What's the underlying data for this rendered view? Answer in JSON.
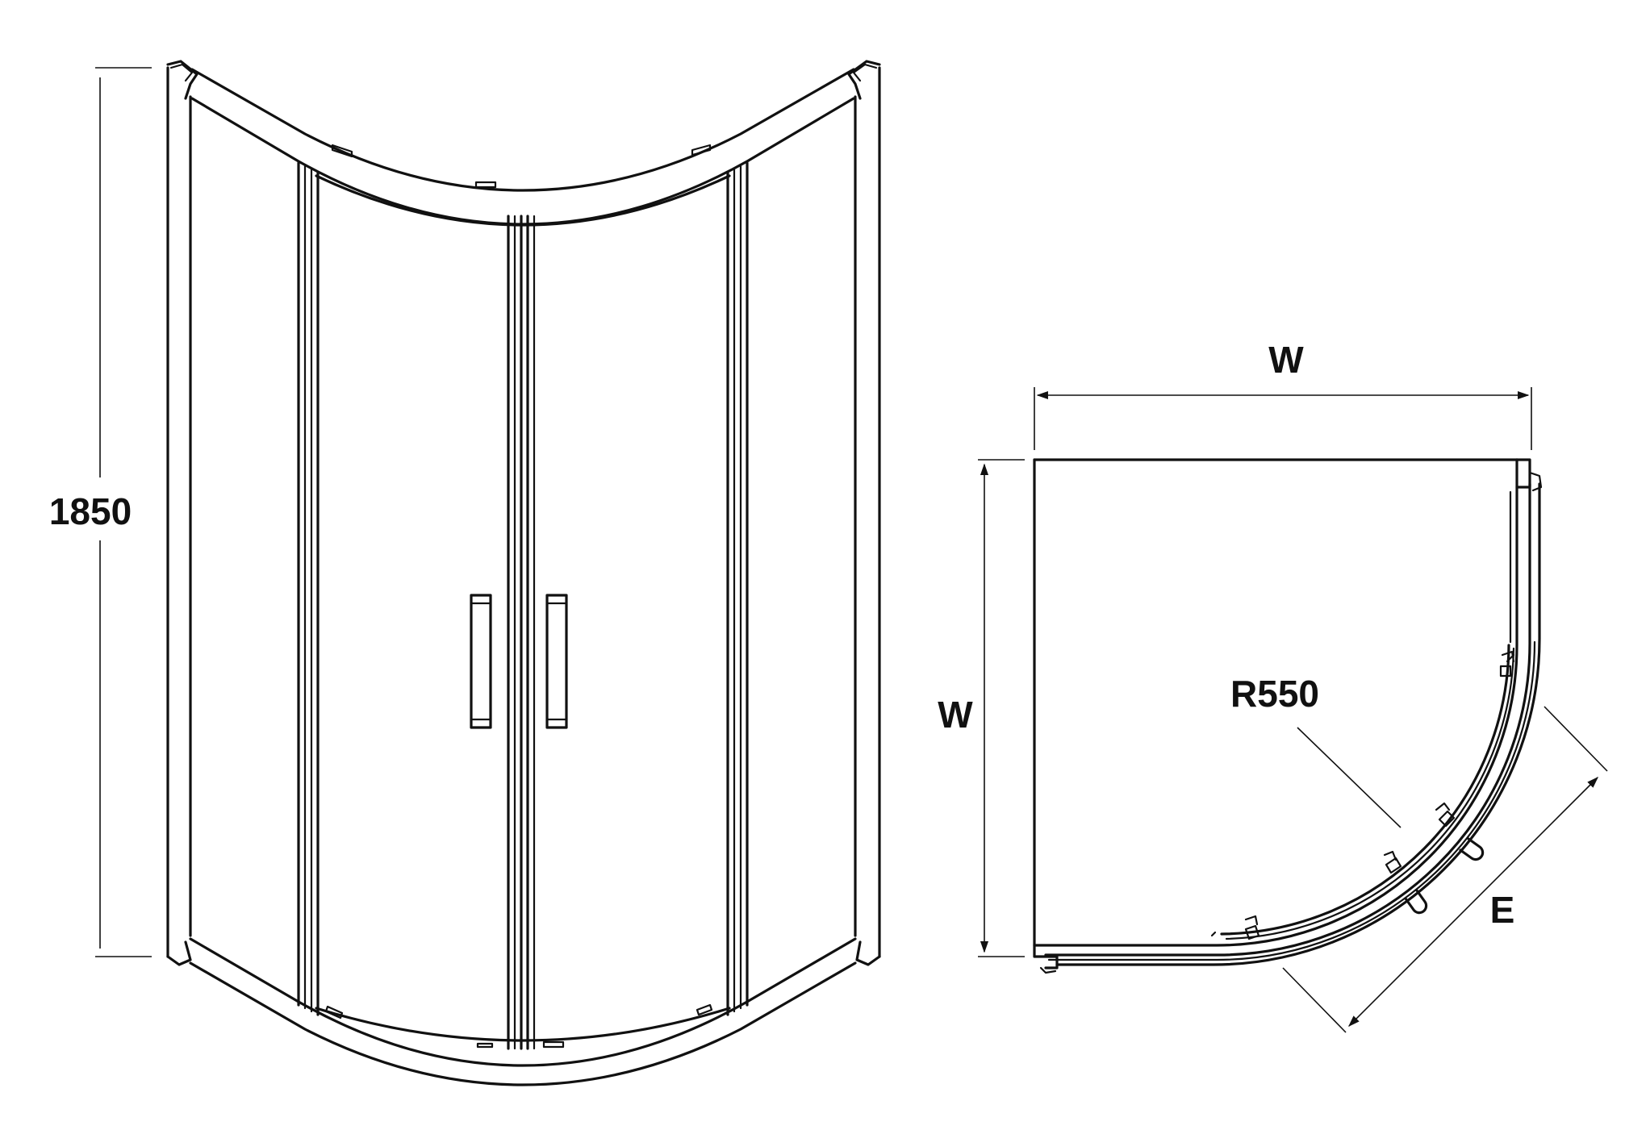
{
  "front_view": {
    "height_label": "1850"
  },
  "plan_view": {
    "width_top_label": "W",
    "width_side_label": "W",
    "radius_label": "R550",
    "entry_label": "E"
  }
}
